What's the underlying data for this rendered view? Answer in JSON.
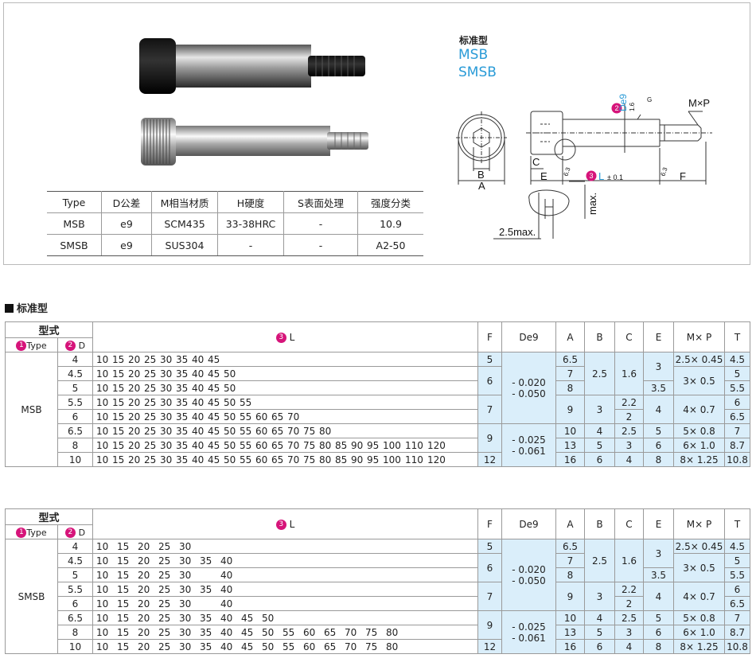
{
  "spec_table": {
    "headers": [
      "Type",
      "D公差",
      "M相当材质",
      "H硬度",
      "S表面处理",
      "强度分类"
    ],
    "rows": [
      [
        "MSB",
        "e9",
        "SCM435",
        "33-38HRC",
        "-",
        "10.9"
      ],
      [
        "SMSB",
        "e9",
        "SUS304",
        "-",
        "-",
        "A2-50"
      ]
    ]
  },
  "standard": {
    "label": "标准型",
    "models": [
      "MSB",
      "SMSB"
    ]
  },
  "drawing": {
    "num1": "1",
    "num2": "2",
    "num3": "3",
    "d_label": "De9",
    "l_label": "L",
    "l_tol": "± 0.1",
    "mp": "M×P",
    "g": "G",
    "r16": "1.6",
    "b": "B",
    "a": "A",
    "c": "C",
    "e": "E",
    "f": "F",
    "r63a": "6.3",
    "r63b": "6.3",
    "max_v": "max.",
    "max_h": "2.5max."
  },
  "section": {
    "title": "标准型"
  },
  "table_headers": {
    "model": "型式",
    "type": "Type",
    "d": "D",
    "l": "L",
    "f": "F",
    "de9": "De9",
    "a": "A",
    "b": "B",
    "c": "C",
    "e": "E",
    "mp": "M× P",
    "t": "T",
    "n1": "1",
    "n2": "2",
    "n3": "3"
  },
  "msb": {
    "type": "MSB",
    "d": [
      "4",
      "4.5",
      "5",
      "5.5",
      "6",
      "6.5",
      "8",
      "10"
    ],
    "l": [
      [
        "10",
        "15",
        "20",
        "25",
        "30",
        "35",
        "40",
        "45"
      ],
      [
        "10",
        "15",
        "20",
        "25",
        "30",
        "35",
        "40",
        "45",
        "50"
      ],
      [
        "10",
        "15",
        "20",
        "25",
        "30",
        "35",
        "40",
        "45",
        "50"
      ],
      [
        "10",
        "15",
        "20",
        "25",
        "30",
        "35",
        "40",
        "45",
        "50",
        "55"
      ],
      [
        "10",
        "15",
        "20",
        "25",
        "30",
        "35",
        "40",
        "45",
        "50",
        "55",
        "60",
        "65",
        "70"
      ],
      [
        "10",
        "15",
        "20",
        "25",
        "30",
        "35",
        "40",
        "45",
        "50",
        "55",
        "60",
        "65",
        "70",
        "75",
        "80"
      ],
      [
        "10",
        "15",
        "20",
        "25",
        "30",
        "35",
        "40",
        "45",
        "50",
        "55",
        "60",
        "65",
        "70",
        "75",
        "80",
        "85",
        "90",
        "95",
        "100",
        "110",
        "120"
      ],
      [
        "10",
        "15",
        "20",
        "25",
        "30",
        "35",
        "40",
        "45",
        "50",
        "55",
        "60",
        "65",
        "70",
        "75",
        "80",
        "85",
        "90",
        "95",
        "100",
        "110",
        "120"
      ]
    ],
    "f": [
      "5",
      "6",
      "7",
      "9",
      "12"
    ],
    "de9": [
      "- 0.020",
      "- 0.050",
      "- 0.025",
      "- 0.061"
    ],
    "a": [
      "6.5",
      "7",
      "8",
      "9",
      "10",
      "13",
      "16"
    ],
    "b": [
      "2.5",
      "3",
      "4",
      "5",
      "6"
    ],
    "c": [
      "1.6",
      "2.2",
      "2",
      "2.5",
      "3",
      "4"
    ],
    "e": [
      "3",
      "3.5",
      "4",
      "5",
      "6",
      "8"
    ],
    "mp": [
      "2.5× 0.45",
      "3× 0.5",
      "4× 0.7",
      "5× 0.8",
      "6× 1.0",
      "8× 1.25"
    ],
    "t": [
      "4.5",
      "5",
      "5.5",
      "6",
      "6.5",
      "7",
      "8.7",
      "10.8"
    ]
  },
  "smsb": {
    "type": "SMSB",
    "d": [
      "4",
      "4.5",
      "5",
      "5.5",
      "6",
      "6.5",
      "8",
      "10"
    ],
    "l": [
      [
        "10",
        "15",
        "20",
        "25",
        "30"
      ],
      [
        "10",
        "15",
        "20",
        "25",
        "30",
        "35",
        "40"
      ],
      [
        "10",
        "15",
        "20",
        "25",
        "30",
        "",
        "40"
      ],
      [
        "10",
        "15",
        "20",
        "25",
        "30",
        "35",
        "40"
      ],
      [
        "10",
        "15",
        "20",
        "25",
        "30",
        "",
        "40"
      ],
      [
        "10",
        "15",
        "20",
        "25",
        "30",
        "35",
        "40",
        "45",
        "50"
      ],
      [
        "10",
        "15",
        "20",
        "25",
        "30",
        "35",
        "40",
        "45",
        "50",
        "55",
        "60",
        "65",
        "70",
        "75",
        "80"
      ],
      [
        "10",
        "15",
        "20",
        "25",
        "30",
        "35",
        "40",
        "45",
        "50",
        "55",
        "60",
        "65",
        "70",
        "75",
        "80"
      ]
    ],
    "f": [
      "5",
      "6",
      "7",
      "9",
      "12"
    ],
    "de9": [
      "- 0.020",
      "- 0.050",
      "- 0.025",
      "- 0.061"
    ],
    "a": [
      "6.5",
      "7",
      "8",
      "9",
      "10",
      "13",
      "16"
    ],
    "b": [
      "2.5",
      "3",
      "4",
      "5",
      "6"
    ],
    "c": [
      "1.6",
      "2.2",
      "2",
      "2.5",
      "3",
      "4"
    ],
    "e": [
      "3",
      "3.5",
      "4",
      "5",
      "6",
      "8"
    ],
    "mp": [
      "2.5× 0.45",
      "3× 0.5",
      "4× 0.7",
      "5× 0.8",
      "6× 1.0",
      "8× 1.25"
    ],
    "t": [
      "4.5",
      "5",
      "5.5",
      "6",
      "6.5",
      "7",
      "8.7",
      "10.8"
    ]
  }
}
